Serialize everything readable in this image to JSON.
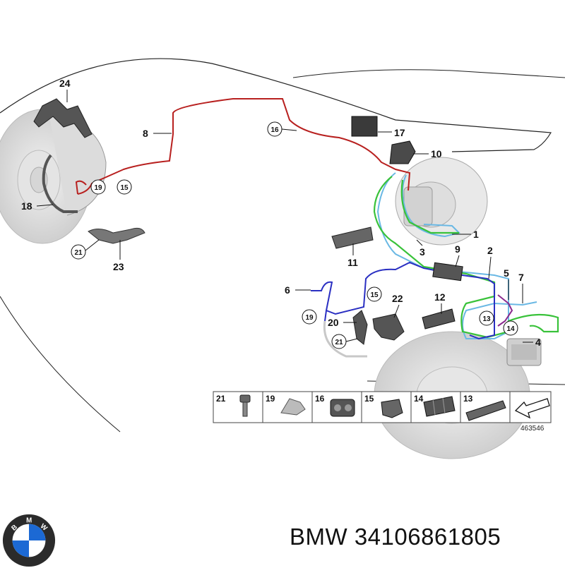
{
  "labels": {
    "p1": "1",
    "p2": "2",
    "p3": "3",
    "p4": "4",
    "p5": "5",
    "p6": "6",
    "p7": "7",
    "p8": "8",
    "p9": "9",
    "p10": "10",
    "p11": "11",
    "p12": "12",
    "p17": "17",
    "p18": "18",
    "p20": "20",
    "p22": "22",
    "p23": "23",
    "p24": "24"
  },
  "circled": {
    "c13": "13",
    "c14": "14",
    "c15a": "15",
    "c15b": "15",
    "c16": "16",
    "c19a": "19",
    "c19b": "19",
    "c21a": "21",
    "c21b": "21"
  },
  "legend": {
    "items": [
      {
        "num": "21",
        "icon": "bolt-icon"
      },
      {
        "num": "19",
        "icon": "clip-icon"
      },
      {
        "num": "16",
        "icon": "double-holder-icon"
      },
      {
        "num": "15",
        "icon": "single-holder-icon"
      },
      {
        "num": "14",
        "icon": "triple-holder-icon"
      },
      {
        "num": "13",
        "icon": "multi-holder-icon"
      }
    ],
    "ref": "463546"
  },
  "brand": "BMW 34106861805",
  "logo": {
    "top_left": "B",
    "top": "M",
    "top_right": "W",
    "colors": {
      "blue": "#1c69d4",
      "ring": "#2b2b2b"
    }
  },
  "line_colors": {
    "red": "#b8201f",
    "light_blue": "#6ab8e4",
    "green": "#39c23a",
    "blue": "#2a2fc2",
    "purple": "#8a2a8e"
  }
}
